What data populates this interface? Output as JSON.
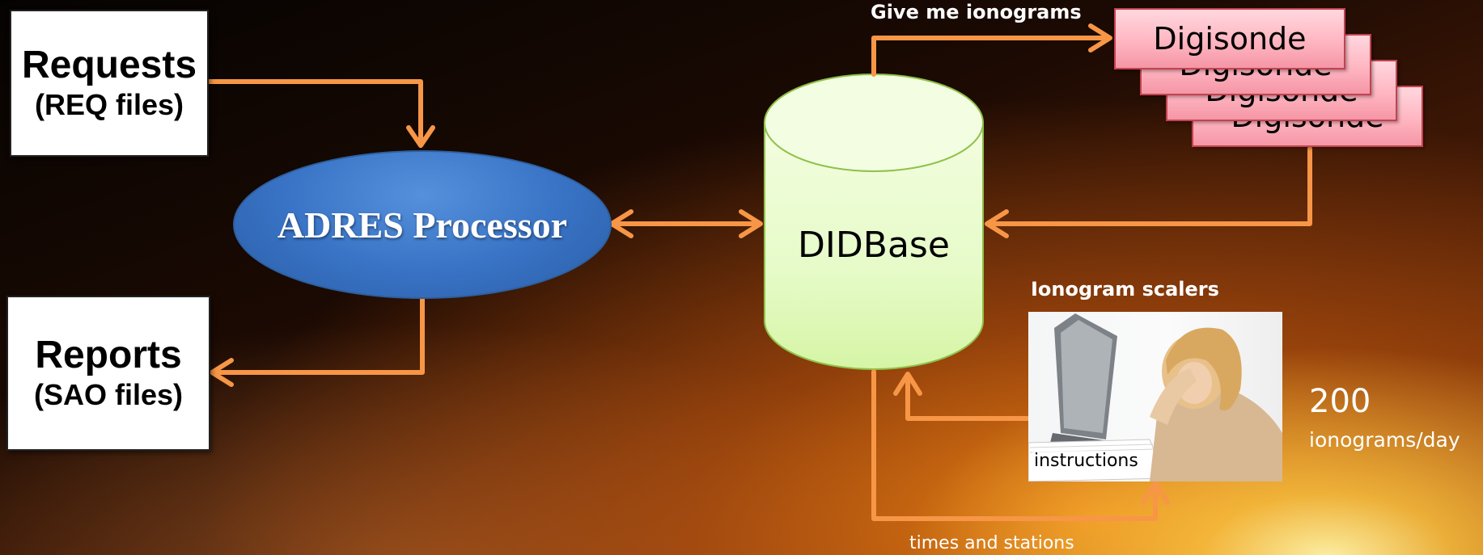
{
  "requests": {
    "title": "Requests",
    "subtitle": "(REQ files)"
  },
  "reports": {
    "title": "Reports",
    "subtitle": "(SAO files)"
  },
  "processor": {
    "label": "ADRES Processor"
  },
  "database": {
    "label": "DIDBase"
  },
  "digisondes": [
    "Digisonde",
    "Digisonde",
    "Digisonde",
    "Digisonde"
  ],
  "labels": {
    "give_me": "Give me ionograms",
    "scalers": "Ionogram scalers",
    "times_stations": "times and stations",
    "instructions": "instructions"
  },
  "rate": {
    "value": "200",
    "unit": "ionograms/day"
  },
  "colors": {
    "arrow": "#F79646",
    "ellipse_fill": "#3A74C6",
    "cylinder_fill": "#E3FBC3",
    "digisonde_fill": "#FFB6C1"
  }
}
